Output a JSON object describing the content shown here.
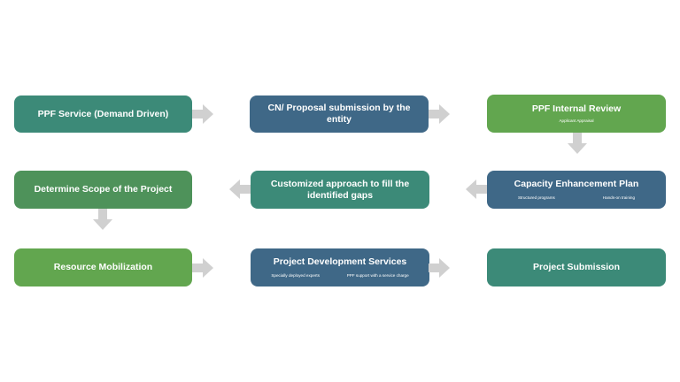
{
  "colors": {
    "teal": "#3c8a78",
    "slate": "#3f6887",
    "green": "#62a64f",
    "dark_green": "#4e925a",
    "arrow": "#d0d0d0"
  },
  "steps": {
    "ppf_service": {
      "title": "PPF Service (Demand Driven)"
    },
    "cn_proposal": {
      "title": "CN/ Proposal submission by the entity"
    },
    "ppf_review": {
      "title": "PPF Internal Review",
      "subs": [
        "Applicant Appraisal"
      ]
    },
    "capacity_plan": {
      "title": "Capacity Enhancement Plan",
      "subs": [
        "Structured programs",
        "Hands-on training"
      ]
    },
    "customized_approach": {
      "title": "Customized approach to fill the identified gaps"
    },
    "determine_scope": {
      "title": "Determine Scope of the Project"
    },
    "resource_mobilization": {
      "title": "Resource Mobilization"
    },
    "project_dev_services": {
      "title": "Project Development Services",
      "subs": [
        "Specially deployed experts",
        "PPF support with a service charge"
      ]
    },
    "project_submission": {
      "title": "Project Submission"
    }
  },
  "arrows": [
    "right",
    "right",
    "down",
    "left",
    "left",
    "down",
    "right",
    "right"
  ]
}
